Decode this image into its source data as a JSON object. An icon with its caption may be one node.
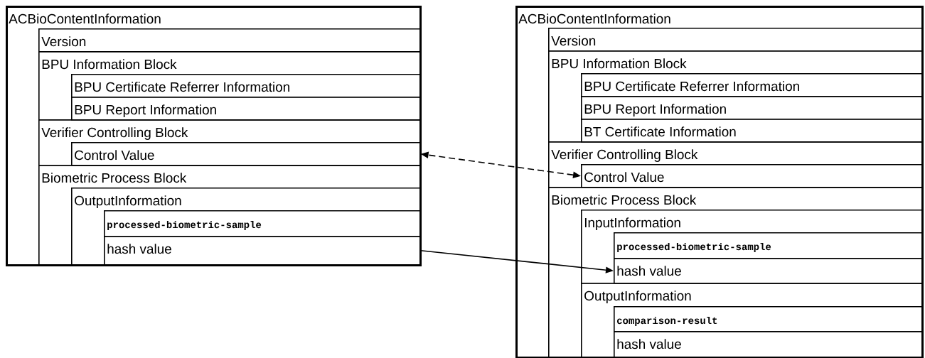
{
  "diagram": {
    "nodes": [
      {
        "text": [
          "ACBioContentInformation"
        ]
      },
      {
        "text": [
          "Version"
        ],
        "in": 0
      },
      {
        "text": [
          "BPU Information Block"
        ],
        "in": 0
      },
      {
        "text": [
          "BPU Certificate Referrer Information"
        ],
        "in": 2
      },
      {
        "text": [
          "BPU Report Information"
        ],
        "in": 2
      },
      {
        "text": [
          "Verifier Controlling Block"
        ],
        "in": 0
      },
      {
        "text": [
          "Control Value"
        ],
        "in": 5
      },
      {
        "text": [
          "Biometric Process Block"
        ],
        "in": 0
      },
      {
        "text": [
          "OutputInformation"
        ],
        "in": 7
      },
      {
        "text": [
          "processed-biometric-sample"
        ],
        "in": 8
      },
      {
        "text": [
          "hash value"
        ],
        "in": 8
      },
      {
        "text": [
          "ACBioContentInformation"
        ]
      },
      {
        "text": [
          "Version"
        ],
        "in": 11
      },
      {
        "text": [
          "BPU Information Block"
        ],
        "in": 11
      },
      {
        "text": [
          "BPU Certificate Referrer Information"
        ],
        "in": 13
      },
      {
        "text": [
          "BPU Report Information"
        ],
        "in": 13
      },
      {
        "text": [
          "BT Certificate Information"
        ],
        "in": 13
      },
      {
        "text": [
          "Verifier Controlling Block"
        ],
        "in": 11
      },
      {
        "text": [
          "Control Value"
        ],
        "in": 17
      },
      {
        "text": [
          "Biometric Process Block"
        ],
        "in": 11
      },
      {
        "text": [
          "InputInformation"
        ],
        "in": 19
      },
      {
        "text": [
          "processed-biometric-sample"
        ],
        "in": 20
      },
      {
        "text": [
          "hash value"
        ],
        "in": 20
      },
      {
        "text": [
          "OutputInformation"
        ],
        "in": 19
      },
      {
        "text": [
          "comparison-result"
        ],
        "in": 23
      },
      {
        "text": [
          "hash value"
        ],
        "in": 23
      }
    ],
    "edges": [
      {
        "from": 18,
        "to": 6,
        "arrow": "both",
        "style": "dashed"
      },
      {
        "from": 10,
        "to": 22,
        "arrow": "to"
      }
    ]
  }
}
